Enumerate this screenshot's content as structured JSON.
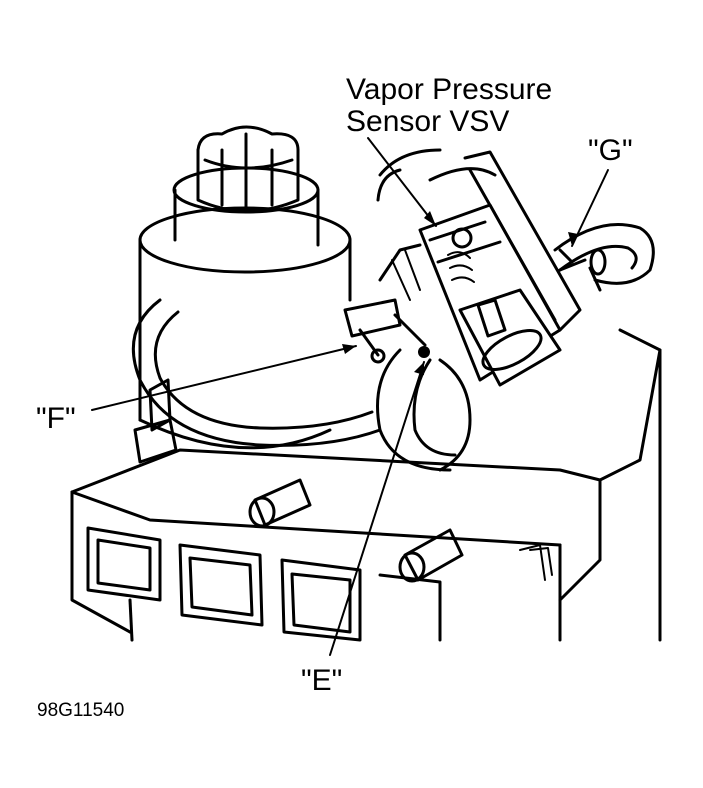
{
  "labels": {
    "vsv_line1": "Vapor Pressure",
    "vsv_line2": "Sensor VSV",
    "g": "\"G\"",
    "f": "\"F\"",
    "e": "\"E\""
  },
  "figure_code": "98G11540"
}
